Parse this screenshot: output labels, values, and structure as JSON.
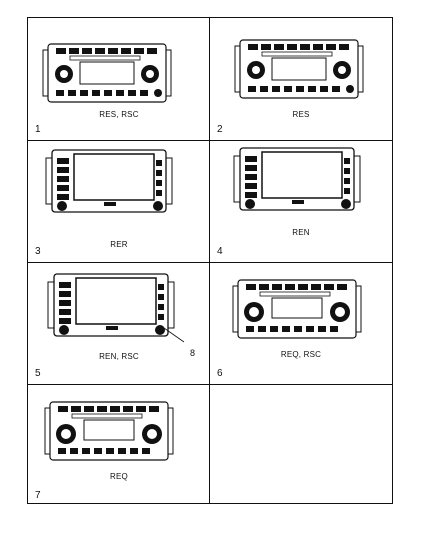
{
  "panels": [
    {
      "number": "1",
      "caption": "RES, RSC"
    },
    {
      "number": "2",
      "caption": "RES"
    },
    {
      "number": "3",
      "caption": "RER"
    },
    {
      "number": "4",
      "caption": "REN"
    },
    {
      "number": "5",
      "caption": "REN, RSC",
      "callout": "8"
    },
    {
      "number": "6",
      "caption": "REQ, RSC"
    },
    {
      "number": "7",
      "caption": "REQ"
    }
  ]
}
